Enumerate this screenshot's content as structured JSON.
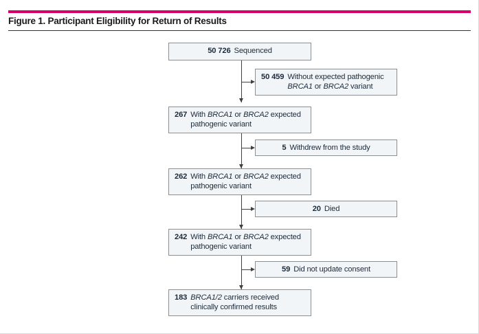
{
  "figure": {
    "title": "Figure 1. Participant Eligibility for Return of Results",
    "accent_color": "#d8006b",
    "box_fill": "#f2f5f7",
    "box_border": "#8a8f94",
    "connector_color": "#3f3f3f"
  },
  "flow": {
    "main": [
      {
        "id": "sequenced",
        "count": "50 726",
        "line1_plain": "Sequenced",
        "line1_parts": [
          {
            "text": "Sequenced",
            "italic": false
          }
        ],
        "line2_parts": [],
        "align": "center"
      },
      {
        "id": "with-variant-267",
        "count": "267",
        "line1_plain": "With BRCA1 or BRCA2 expected",
        "line1_parts": [
          {
            "text": "With ",
            "italic": false
          },
          {
            "text": "BRCA1",
            "italic": true
          },
          {
            "text": " or ",
            "italic": false
          },
          {
            "text": "BRCA2",
            "italic": true
          },
          {
            "text": " expected",
            "italic": false
          }
        ],
        "line2_parts": [
          {
            "text": "pathogenic variant",
            "italic": false
          }
        ],
        "align": "left"
      },
      {
        "id": "with-variant-262",
        "count": "262",
        "line1_plain": "With BRCA1 or BRCA2 expected",
        "line1_parts": [
          {
            "text": "With ",
            "italic": false
          },
          {
            "text": "BRCA1",
            "italic": true
          },
          {
            "text": " or ",
            "italic": false
          },
          {
            "text": "BRCA2",
            "italic": true
          },
          {
            "text": " expected",
            "italic": false
          }
        ],
        "line2_parts": [
          {
            "text": "pathogenic variant",
            "italic": false
          }
        ],
        "align": "left"
      },
      {
        "id": "with-variant-242",
        "count": "242",
        "line1_plain": "With BRCA1 or BRCA2 expected",
        "line1_parts": [
          {
            "text": "With ",
            "italic": false
          },
          {
            "text": "BRCA1",
            "italic": true
          },
          {
            "text": " or ",
            "italic": false
          },
          {
            "text": "BRCA2",
            "italic": true
          },
          {
            "text": " expected",
            "italic": false
          }
        ],
        "line2_parts": [
          {
            "text": "pathogenic variant",
            "italic": false
          }
        ],
        "align": "left"
      },
      {
        "id": "received-results-183",
        "count": "183",
        "line1_plain": "BRCA1/2 carriers received",
        "line1_parts": [
          {
            "text": "BRCA1/2",
            "italic": true
          },
          {
            "text": " carriers received",
            "italic": false
          }
        ],
        "line2_parts": [
          {
            "text": "clinically confirmed results",
            "italic": false
          }
        ],
        "align": "left"
      }
    ],
    "side": [
      {
        "id": "without-expected-variant",
        "count": "50 459",
        "line1_plain": "Without expected pathogenic",
        "line1_parts": [
          {
            "text": "Without expected pathogenic",
            "italic": false
          }
        ],
        "line2_parts": [
          {
            "text": "BRCA1",
            "italic": true
          },
          {
            "text": " or ",
            "italic": false
          },
          {
            "text": "BRCA2",
            "italic": true
          },
          {
            "text": " variant",
            "italic": false
          }
        ],
        "align": "left"
      },
      {
        "id": "withdrew",
        "count": "5",
        "line1_plain": "Withdrew from the study",
        "line1_parts": [
          {
            "text": "Withdrew from the study",
            "italic": false
          }
        ],
        "line2_parts": [],
        "align": "center"
      },
      {
        "id": "died",
        "count": "20",
        "line1_plain": "Died",
        "line1_parts": [
          {
            "text": "Died",
            "italic": false
          }
        ],
        "line2_parts": [],
        "align": "center"
      },
      {
        "id": "no-consent-update",
        "count": "59",
        "line1_plain": "Did not update consent",
        "line1_parts": [
          {
            "text": "Did not update consent",
            "italic": false
          }
        ],
        "line2_parts": [],
        "align": "center"
      }
    ]
  },
  "chart_data": {
    "type": "diagram",
    "title": "Figure 1. Participant Eligibility for Return of Results",
    "nodes": [
      {
        "label": "Sequenced",
        "value": 50726,
        "column": "main"
      },
      {
        "label": "Without expected pathogenic BRCA1 or BRCA2 variant",
        "value": 50459,
        "column": "side"
      },
      {
        "label": "With BRCA1 or BRCA2 expected pathogenic variant",
        "value": 267,
        "column": "main"
      },
      {
        "label": "Withdrew from the study",
        "value": 5,
        "column": "side"
      },
      {
        "label": "With BRCA1 or BRCA2 expected pathogenic variant",
        "value": 262,
        "column": "main"
      },
      {
        "label": "Died",
        "value": 20,
        "column": "side"
      },
      {
        "label": "With BRCA1 or BRCA2 expected pathogenic variant",
        "value": 242,
        "column": "main"
      },
      {
        "label": "Did not update consent",
        "value": 59,
        "column": "side"
      },
      {
        "label": "BRCA1/2 carriers received clinically confirmed results",
        "value": 183,
        "column": "main"
      }
    ]
  }
}
